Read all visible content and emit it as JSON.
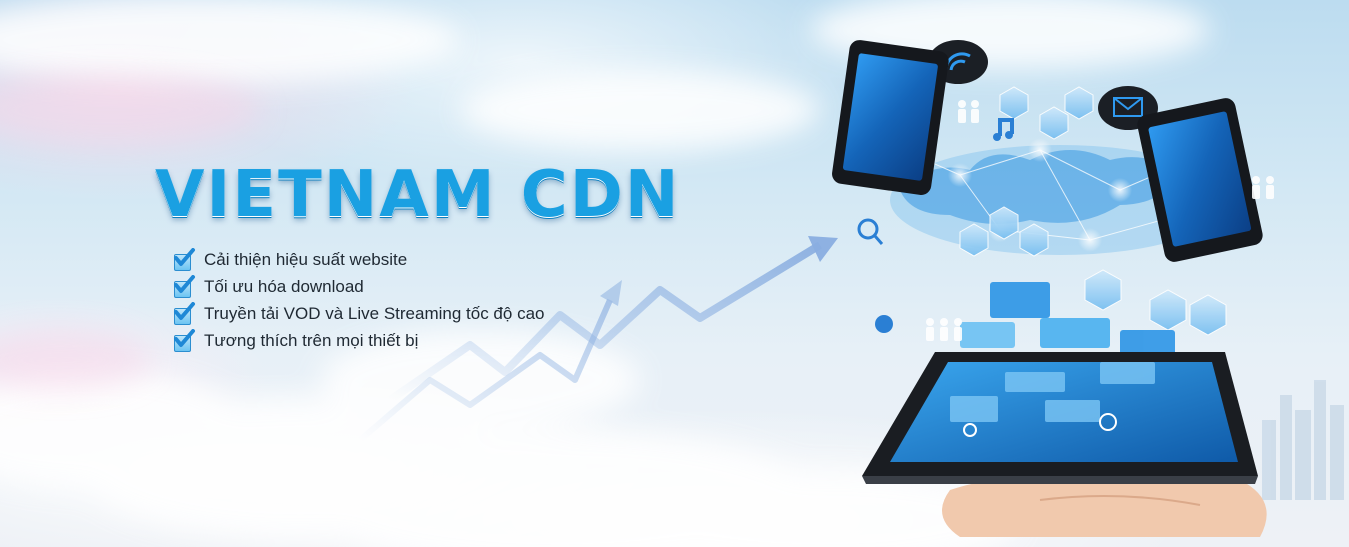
{
  "banner": {
    "headline": "VIETNAM CDN",
    "features": [
      "Cải thiện hiệu suất website",
      "Tối ưu hóa download",
      "Truyền tải VOD và Live Streaming tốc độ cao",
      "Tương thích trên mọi thiết bị"
    ]
  },
  "colors": {
    "headline": "#1aa0e2",
    "sky_top": "#bcdcf0",
    "check_icon": "#1e88d6",
    "device_screen": "#1b74c9"
  },
  "icons": [
    "checkmark-icon",
    "upward-trend-arrow-icon",
    "tablet-device-icon",
    "phone-device-icon",
    "network-map-icon",
    "email-icon",
    "wifi-icon",
    "music-note-icon",
    "search-icon",
    "person-icon",
    "city-skyline-icon",
    "hand-icon"
  ]
}
